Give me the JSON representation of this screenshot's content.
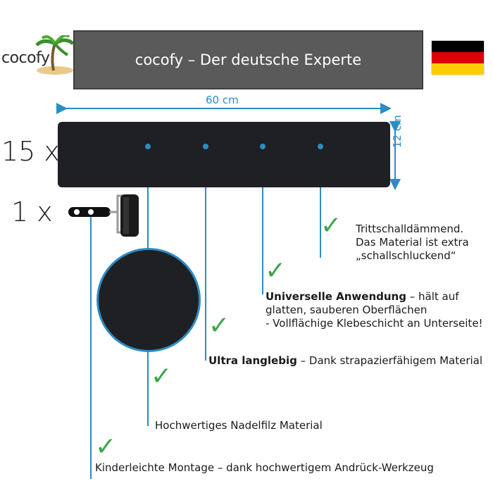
{
  "brand": {
    "name": "cocofy"
  },
  "banner": {
    "text": "cocofy – Der deutsche Experte"
  },
  "flag": {
    "colors": [
      "#000000",
      "#dd0000",
      "#ffce00"
    ]
  },
  "accent_color": "#2a8dc5",
  "check_color": "#3aa54a",
  "dimensions": {
    "width": "60 cm",
    "height": "12 cm"
  },
  "quantities": {
    "pads": "15 x",
    "roller": "1 x"
  },
  "features": [
    {
      "title": "Trittschalldämmend.",
      "lines": [
        "Das Material ist extra",
        "„schallschluckend“"
      ]
    },
    {
      "title": "Universelle Anwendung",
      "rest": " – hält auf",
      "lines": [
        "glatten, sauberen Oberflächen",
        "- Vollflächige Klebeschicht an Unterseite!"
      ]
    },
    {
      "title": "Ultra langlebig",
      "rest": " – Dank strapazierfähigem Material"
    },
    {
      "title": "Hochwertiges Nadelfilz Material"
    },
    {
      "title": "Kinderleichte Montage",
      "rest": " – dank hochwertigem Andrück-Werkzeug"
    }
  ]
}
